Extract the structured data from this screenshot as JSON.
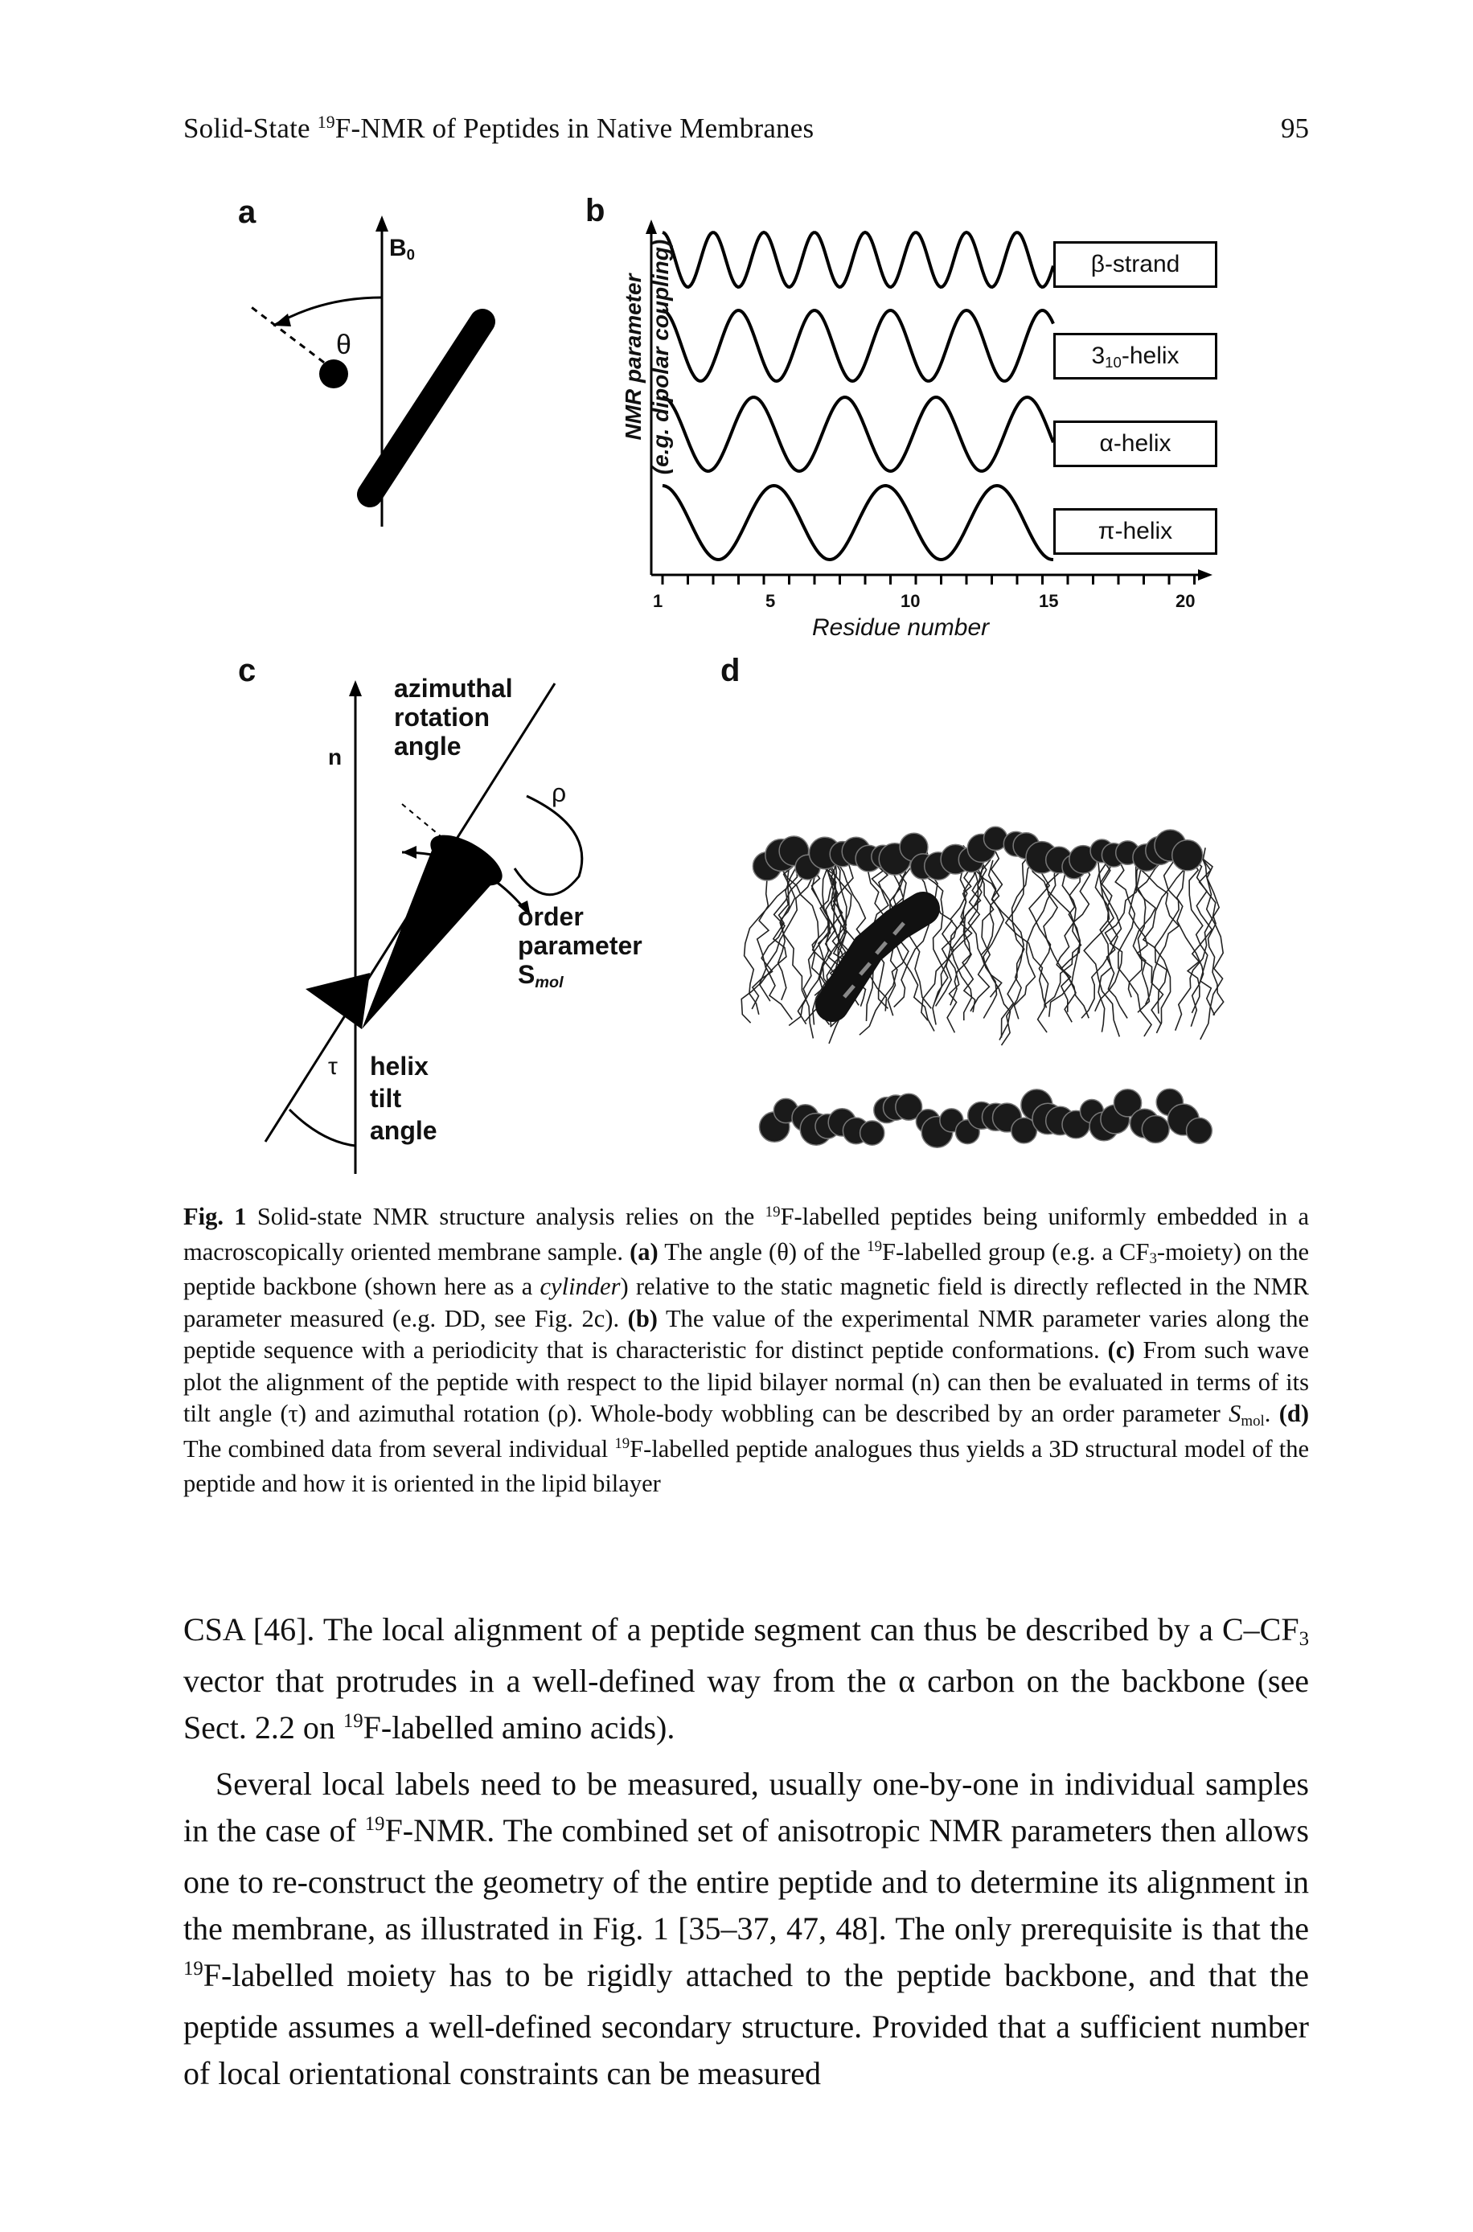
{
  "header": {
    "title_prefix": "Solid-State ",
    "title_sup": "19",
    "title_rest": "F-NMR of Peptides in Native Membranes",
    "page_number": "95"
  },
  "figure": {
    "panel_a": {
      "letter": "a",
      "field_label": "B",
      "field_sub": "0",
      "angle_label": "θ"
    },
    "panel_b": {
      "letter": "b",
      "ylabel_line1": "NMR parameter",
      "ylabel_line2": "(e.g. dipolar coupling)",
      "xlabel": "Residue number",
      "xticks": [
        "1",
        "5",
        "10",
        "15",
        "20"
      ],
      "legend": [
        "β-strand",
        "3",
        "-helix",
        "α-helix",
        "π-helix"
      ],
      "legend_sub": "10"
    },
    "panel_c": {
      "letter": "c",
      "normal_label": "n",
      "azimuthal_line1": "azimuthal",
      "azimuthal_line2": "rotation",
      "azimuthal_line3": "angle",
      "rho_label": "ρ",
      "order_line1": "order",
      "order_line2": "parameter",
      "order_line3": "S",
      "order_sub": "mol",
      "tau_label": "τ",
      "tilt_line1": "helix",
      "tilt_line2": "tilt",
      "tilt_line3": "angle"
    },
    "panel_d": {
      "letter": "d"
    }
  },
  "caption": {
    "fig_label": "Fig. 1",
    "t1": " Solid-state NMR structure analysis relies on the ",
    "s1": "19",
    "t2": "F-labelled peptides being uniformly embedded in a macroscopically oriented membrane sample. ",
    "a_label": "(a)",
    "t3": " The angle (θ) of the ",
    "s2": "19",
    "t4": "F-labelled group (e.g. a CF",
    "sub3": "3",
    "t5": "-moiety) on the peptide backbone (shown here as a ",
    "cyl": "cylinder",
    "t6": ") relative to the static magnetic field is directly reflected in the NMR parameter measured (e.g. DD, see Fig. 2c). ",
    "b_label": "(b)",
    "t7": " The value of the experimental NMR parameter varies along the peptide sequence with a periodicity that is characteristic for distinct peptide conformations. ",
    "c_label": "(c)",
    "t8": " From such wave plot the alignment of the peptide with respect to the lipid bilayer normal (n) can then be evaluated in terms of its tilt angle (τ) and azimuthal rotation (ρ). Whole-body wobbling can be described by an order parameter ",
    "smol_s": "S",
    "smol_sub": "mol",
    "t9": ". ",
    "d_label": "(d)",
    "t10": " The combined data from several individual ",
    "s3": "19",
    "t11": "F-labelled peptide analogues thus yields a 3D structural model of the peptide and how it is oriented in the lipid bilayer"
  },
  "body": {
    "p1_a": "CSA [46]. The local alignment of a peptide segment can thus be described by a C–CF",
    "p1_sub": "3",
    "p1_b": " vector that protrudes in a well-defined way from the α carbon on the backbone (see Sect. 2.2 on ",
    "p1_sup": "19",
    "p1_c": "F-labelled amino acids).",
    "p2_a": "Several local labels need to be measured, usually one-by-one in individual samples in the case of ",
    "p2_sup": "19",
    "p2_b": "F-NMR. The combined set of anisotropic NMR parameters then allows one to re-construct the geometry of the entire peptide and to determine its alignment in the membrane, as illustrated in Fig. 1 [35–37, 47, 48]. The only prerequisite is that the ",
    "p2_sup2": "19",
    "p2_c": "F-labelled moiety has to be rigidly attached to the peptide backbone, and that the peptide assumes a well-defined secondary structure. Provided that a sufficient number of local orientational constraints can be measured"
  }
}
